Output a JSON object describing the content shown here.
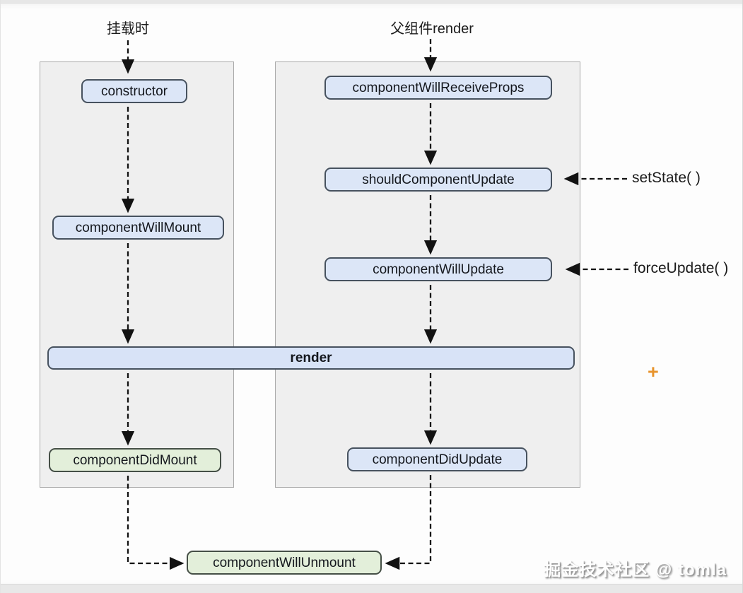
{
  "diagram": {
    "phase_labels": {
      "mount": "挂载时",
      "parent_render": "父组件render"
    },
    "nodes": {
      "constructor": "constructor",
      "component_will_mount": "componentWillMount",
      "component_will_receive_props": "componentWillReceiveProps",
      "should_component_update": "shouldComponentUpdate",
      "component_will_update": "componentWillUpdate",
      "render": "render",
      "component_did_mount": "componentDidMount",
      "component_did_update": "componentDidUpdate",
      "component_will_unmount": "componentWillUnmount"
    },
    "side_labels": {
      "set_state": "setState( )",
      "force_update": "forceUpdate( )"
    },
    "plus_marker": "+",
    "watermark": "掘金技术社区 @ tomla",
    "colors": {
      "box_blue_fill": "#dce6f7",
      "box_green_fill": "#e3efda",
      "render_bar_fill": "#d8e3f7",
      "box_border": "#47525f",
      "panel_fill": "#efefef",
      "panel_border": "#a9a9a9",
      "arrow": "#121212",
      "plus_marker_orange": "#e8942d",
      "text": "#14171d"
    }
  }
}
